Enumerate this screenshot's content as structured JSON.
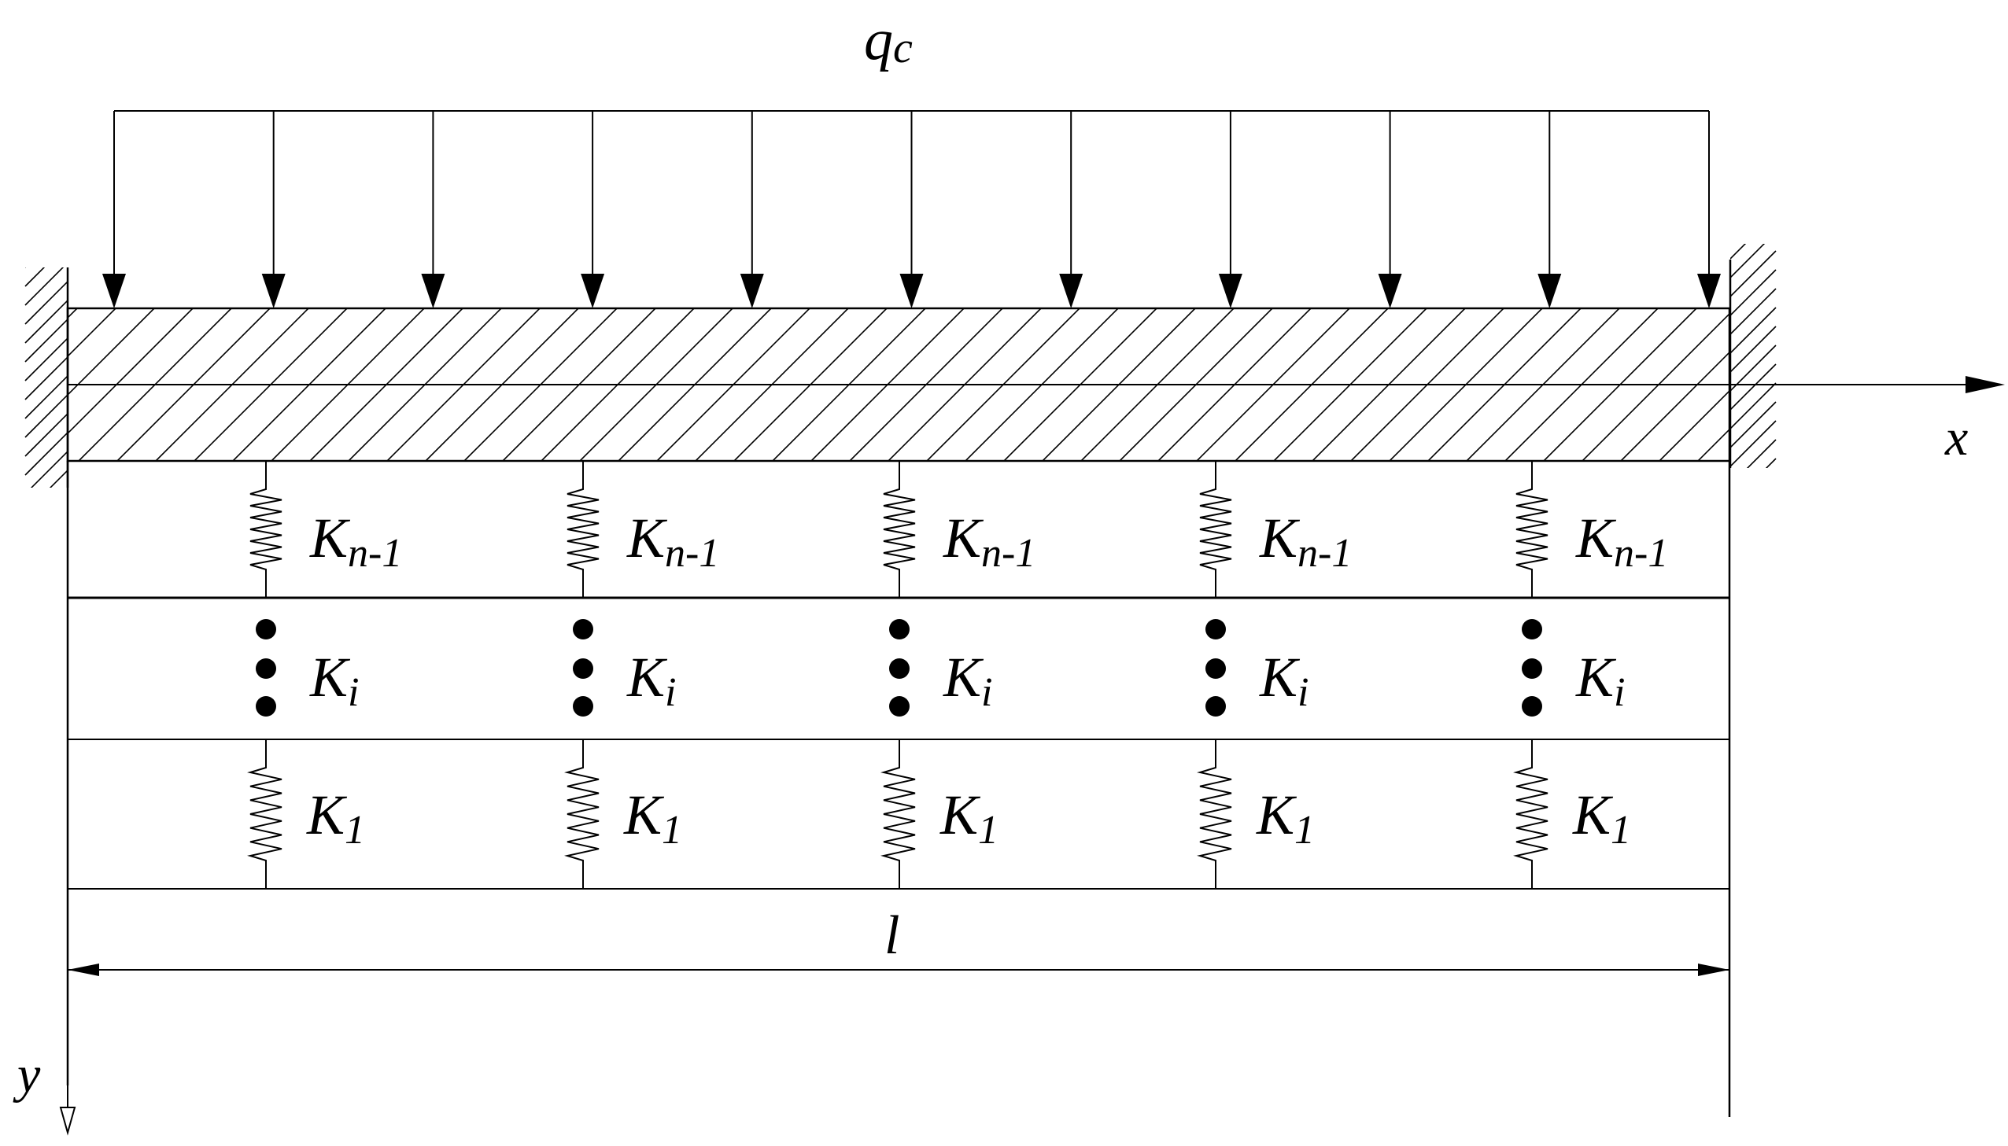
{
  "load_label": "q",
  "load_sub": "c",
  "axis_x_label": "x",
  "axis_y_label": "y",
  "length_label": "l",
  "spring_top": {
    "main": "K",
    "sub": "n-1"
  },
  "spring_mid": {
    "main": "K",
    "sub": "i"
  },
  "spring_bot": {
    "main": "K",
    "sub": "1"
  },
  "spring_column_count": 5,
  "load_arrow_count": 11,
  "colors": {
    "stroke": "#000000",
    "background": "#ffffff"
  }
}
